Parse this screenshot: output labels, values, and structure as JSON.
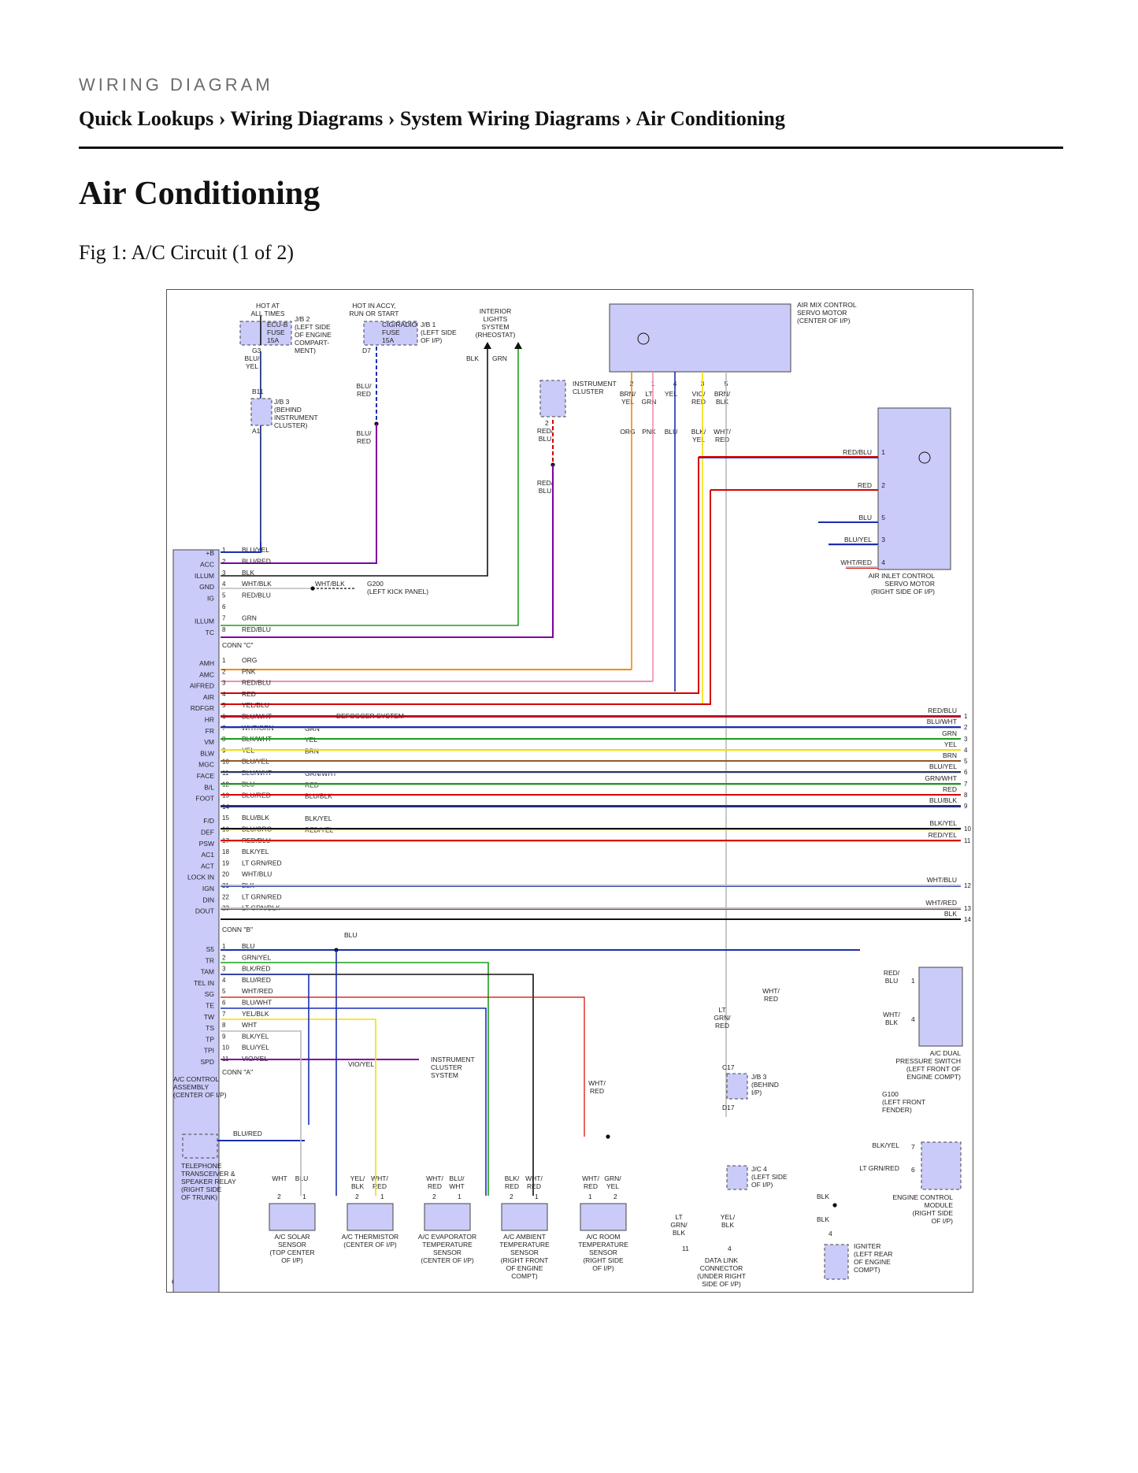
{
  "header": {
    "kicker": "WIRING DIAGRAM",
    "breadcrumb": "Quick Lookups › Wiring Diagrams › System Wiring Diagrams › Air Conditioning"
  },
  "page_title": "Air Conditioning",
  "figure_caption": "Fig 1: A/C Circuit (1 of 2)",
  "diagram": {
    "figure_id": "63504",
    "colors": {
      "BLU": "#1a2fb0",
      "RED": "#d60000",
      "YEL": "#f0e000",
      "GRN": "#1b9e1b",
      "PNK": "#f08cb4",
      "ORG": "#f08c00",
      "VIO": "#8000a0",
      "BRN": "#8b5a2b",
      "BLK": "#111111",
      "WHT": "#bbbbbb",
      "LTGRN": "#33ee33",
      "BOX": "#cbcbfa"
    },
    "top_components": {
      "jb2_heading": [
        "HOT AT",
        "ALL TIMES"
      ],
      "jb2_fuse": [
        "ECU-B",
        "FUSE",
        "15A"
      ],
      "jb2_label": [
        "J/B 2",
        "(LEFT SIDE",
        "OF ENGINE",
        "COMPART-",
        "MENT)"
      ],
      "jb1_heading": [
        "HOT IN ACCY,",
        "RUN OR START"
      ],
      "jb1_fuse": [
        "CIG/RADIO",
        "FUSE",
        "15A"
      ],
      "jb1_label": [
        "J/B 1",
        "(LEFT SIDE",
        "OF I/P)"
      ],
      "interior_lights": [
        "INTERIOR",
        "LIGHTS",
        "SYSTEM",
        "(RHEOSTAT)"
      ],
      "instrument_cluster": [
        "INSTRUMENT",
        "CLUSTER"
      ],
      "jb3_top_label": [
        "J/B 3",
        "(BEHIND",
        "INSTRUMENT",
        "CLUSTER)"
      ],
      "air_mix_label": [
        "AIR MIX CONTROL",
        "SERVO MOTOR",
        "(CENTER OF I/P)"
      ],
      "air_inlet_label": [
        "AIR INLET CONTROL",
        "SERVO MOTOR",
        "(RIGHT SIDE OF I/P)"
      ],
      "g3": "G3",
      "d7": "D7",
      "b11": "B11",
      "a1": "A1",
      "g3_wire": [
        "BLU/",
        "YEL"
      ],
      "d7_wire1": [
        "BLU/",
        "RED"
      ],
      "d7_wire2": [
        "BLU/",
        "RED"
      ],
      "blk": "BLK",
      "grn": "GRN",
      "cluster_pin": "2",
      "cluster_wire1": [
        "RED/",
        "BLU"
      ],
      "cluster_wire2": [
        "RED/",
        "BLU"
      ]
    },
    "air_mix_pins": [
      {
        "num": "2",
        "wire_top": [
          "BRN/",
          "YEL"
        ],
        "wire_bot": [
          "ORG"
        ]
      },
      {
        "num": "1",
        "wire_top": [
          "LT",
          "GRN"
        ],
        "wire_bot": [
          "PNK"
        ]
      },
      {
        "num": "4",
        "wire_top": [
          "YEL"
        ],
        "wire_bot": [
          "BLU"
        ]
      },
      {
        "num": "3",
        "wire_top": [
          "VIO/",
          "RED"
        ],
        "wire_bot": [
          "BLK/",
          "YEL"
        ]
      },
      {
        "num": "5",
        "wire_top": [
          "BRN/",
          "BLK"
        ],
        "wire_bot": [
          "WHT/",
          "RED"
        ]
      }
    ],
    "air_inlet_pins": [
      {
        "num": "1",
        "wire": "RED/BLU"
      },
      {
        "num": "2",
        "wire": "RED"
      },
      {
        "num": "5",
        "wire": "BLU"
      },
      {
        "num": "3",
        "wire": "BLU/YEL"
      },
      {
        "num": "4",
        "wire": "WHT/RED"
      }
    ],
    "conn_c": {
      "title": "CONN \"C\"",
      "rows": [
        {
          "label": "+B",
          "pin": "1",
          "wire": "BLU/YEL"
        },
        {
          "label": "ACC",
          "pin": "2",
          "wire": "BLU/RED"
        },
        {
          "label": "ILLUM",
          "pin": "3",
          "wire": "BLK"
        },
        {
          "label": "GND",
          "pin": "4",
          "wire": "WHT/BLK"
        },
        {
          "label": "IG",
          "pin": "5",
          "wire": "RED/BLU"
        },
        {
          "label": "",
          "pin": "6",
          "wire": ""
        },
        {
          "label": "ILLUM",
          "pin": "7",
          "wire": "GRN"
        },
        {
          "label": "TC",
          "pin": "8",
          "wire": "RED/BLU"
        }
      ],
      "g200_wire": "WHT/BLK",
      "g200_label": [
        "G200",
        "(LEFT KICK PANEL)"
      ]
    },
    "conn_b": {
      "title": "CONN \"B\"",
      "rows": [
        {
          "label": "AMH",
          "pin": "1",
          "wire": "ORG"
        },
        {
          "label": "AMC",
          "pin": "2",
          "wire": "PNK"
        },
        {
          "label": "AIFRED",
          "pin": "3",
          "wire": "RED/BLU"
        },
        {
          "label": "AIR",
          "pin": "4",
          "wire": "RED"
        },
        {
          "label": "RDFGR",
          "pin": "5",
          "wire": "YEL/BLU"
        },
        {
          "label": "HR",
          "pin": "6",
          "wire": "BLU/WHT"
        },
        {
          "label": "FR",
          "pin": "7",
          "wire": "WHT/GRN"
        },
        {
          "label": "VM",
          "pin": "8",
          "wire": "BLK/WHT"
        },
        {
          "label": "BLW",
          "pin": "9",
          "wire": "YEL"
        },
        {
          "label": "MGC",
          "pin": "10",
          "wire": "BLU/YEL"
        },
        {
          "label": "FACE",
          "pin": "11",
          "wire": "BLU/WHT"
        },
        {
          "label": "B/L",
          "pin": "12",
          "wire": "BLU"
        },
        {
          "label": "FOOT",
          "pin": "13",
          "wire": "BLU/RED"
        },
        {
          "label": "",
          "pin": "14",
          "wire": ""
        },
        {
          "label": "F/D",
          "pin": "15",
          "wire": "BLU/BLK"
        },
        {
          "label": "DEF",
          "pin": "16",
          "wire": "BLU/ORG"
        },
        {
          "label": "PSW",
          "pin": "17",
          "wire": "RED/BLU"
        },
        {
          "label": "AC1",
          "pin": "18",
          "wire": "BLK/YEL"
        },
        {
          "label": "ACT",
          "pin": "19",
          "wire": "LT GRN/RED"
        },
        {
          "label": "LOCK IN",
          "pin": "20",
          "wire": "WHT/BLU"
        },
        {
          "label": "IGN",
          "pin": "21",
          "wire": "BLK"
        },
        {
          "label": "DIN",
          "pin": "22",
          "wire": "LT GRN/RED"
        },
        {
          "label": "DOUT",
          "pin": "23",
          "wire": "LT GRN/BLK"
        }
      ],
      "defogger_label": "DEFOGGER SYSTEM",
      "mid_wires": [
        {
          "pin": "7",
          "wire": "GRN"
        },
        {
          "pin": "8",
          "wire": "YEL"
        },
        {
          "pin": "9",
          "wire": "BRN"
        },
        {
          "pin": "11",
          "wire": "GRN/WHT"
        },
        {
          "pin": "12",
          "wire": "RED"
        },
        {
          "pin": "13",
          "wire": "BLU/BLK"
        },
        {
          "pin": "15",
          "wire": "BLK/YEL"
        },
        {
          "pin": "16",
          "wire": "RED/YEL"
        }
      ]
    },
    "right_connector": [
      {
        "num": "1",
        "wire": "RED/BLU"
      },
      {
        "num": "2",
        "wire": "BLU/WHT"
      },
      {
        "num": "3",
        "wire": "GRN"
      },
      {
        "num": "4",
        "wire": "YEL"
      },
      {
        "num": "5",
        "wire": "BRN"
      },
      {
        "num": "6",
        "wire": "BLU/YEL"
      },
      {
        "num": "7",
        "wire": "GRN/WHT"
      },
      {
        "num": "8",
        "wire": "RED"
      },
      {
        "num": "9",
        "wire": "BLU/BLK"
      },
      {
        "num": "10",
        "wire": "BLK/YEL"
      },
      {
        "num": "11",
        "wire": "RED/YEL"
      },
      {
        "num": "12",
        "wire": "WHT/BLU"
      },
      {
        "num": "13",
        "wire": "WHT/RED"
      },
      {
        "num": "14",
        "wire": "BLK"
      }
    ],
    "conn_a": {
      "title": "CONN \"A\"",
      "rows": [
        {
          "label": "S5",
          "pin": "1",
          "wire": "BLU"
        },
        {
          "label": "TR",
          "pin": "2",
          "wire": "GRN/YEL"
        },
        {
          "label": "TAM",
          "pin": "3",
          "wire": "BLK/RED"
        },
        {
          "label": "TEL IN",
          "pin": "4",
          "wire": "BLU/RED"
        },
        {
          "label": "SG",
          "pin": "5",
          "wire": "WHT/RED"
        },
        {
          "label": "TE",
          "pin": "6",
          "wire": "BLU/WHT"
        },
        {
          "label": "TW",
          "pin": "7",
          "wire": "YEL/BLK"
        },
        {
          "label": "TS",
          "pin": "8",
          "wire": "WHT"
        },
        {
          "label": "TP",
          "pin": "9",
          "wire": "BLK/YEL"
        },
        {
          "label": "TPI",
          "pin": "10",
          "wire": "BLU/YEL"
        },
        {
          "label": "SPD",
          "pin": "11",
          "wire": "VIO/YEL"
        }
      ],
      "s5_branch": "BLU",
      "spd_wire": "VIO/YEL",
      "spd_target": [
        "INSTRUMENT",
        "CLUSTER",
        "SYSTEM"
      ]
    },
    "lower": {
      "ac_assembly": [
        "A/C CONTROL",
        "ASSEMBLY",
        "(CENTER OF I/P)"
      ],
      "telephone_wire": "BLU/RED",
      "telephone": [
        "TELEPHONE",
        "TRANSCEIVER &",
        "SPEAKER RELAY",
        "(RIGHT SIDE",
        "OF TRUNK)"
      ],
      "pressure_wire1": [
        "RED/",
        "BLU"
      ],
      "pressure_pin1": "1",
      "pressure_wire4": [
        "WHT/",
        "BLK"
      ],
      "pressure_pin4": "4",
      "pressure_side": [
        "WHT/",
        "RED"
      ],
      "pressure_label": [
        "A/C DUAL",
        "PRESSURE SWITCH",
        "(LEFT FRONT OF",
        "ENGINE COMPT)"
      ],
      "g100_label": [
        "G100",
        "(LEFT FRONT",
        "FENDER)"
      ],
      "lt_grn_red": [
        "LT",
        "GRN/",
        "RED"
      ],
      "c17": "C17",
      "d17": "D17",
      "jb3_lower": [
        "J/B 3",
        "(BEHIND",
        "I/P)"
      ],
      "jc4": [
        "J/C 4",
        "(LEFT SIDE",
        "OF I/P)"
      ],
      "splice_wire": [
        "WHT/",
        "RED"
      ],
      "ecm_pin7": "7",
      "ecm_wire7": "BLK/YEL",
      "ecm_pin6": "6",
      "ecm_wire6": "LT GRN/RED",
      "ecm_label": [
        "ENGINE CONTROL",
        "MODULE",
        "(RIGHT SIDE",
        "OF I/P)"
      ],
      "igniter_blk1": "BLK",
      "igniter_blk2": "BLK",
      "igniter_pin": "4",
      "igniter_label": [
        "IGNITER",
        "(LEFT REAR",
        "OF ENGINE",
        "COMPT)"
      ],
      "dlc_wire1": [
        "LT",
        "GRN/",
        "BLK"
      ],
      "dlc_wire2": [
        "YEL/",
        "BLK"
      ],
      "dlc_pin1": "11",
      "dlc_pin2": "4",
      "dlc_label": [
        "DATA LINK",
        "CONNECTOR",
        "(UNDER RIGHT",
        "SIDE OF I/P)"
      ]
    },
    "sensors": [
      {
        "wire_left": [
          "WHT"
        ],
        "wire_right": [
          "BLU"
        ],
        "pin_left": "2",
        "pin_right": "1",
        "label": [
          "A/C SOLAR",
          "SENSOR",
          "(TOP CENTER",
          "OF I/P)"
        ]
      },
      {
        "wire_left": [
          "YEL/",
          "BLK"
        ],
        "wire_right": [
          "WHT/",
          "RED"
        ],
        "pin_left": "2",
        "pin_right": "1",
        "label": [
          "A/C THERMISTOR",
          "(CENTER OF I/P)"
        ]
      },
      {
        "wire_left": [
          "WHT/",
          "RED"
        ],
        "wire_right": [
          "BLU/",
          "WHT"
        ],
        "pin_left": "2",
        "pin_right": "1",
        "label": [
          "A/C EVAPORATOR",
          "TEMPERATURE",
          "SENSOR",
          "(CENTER OF I/P)"
        ]
      },
      {
        "wire_left": [
          "BLK/",
          "RED"
        ],
        "wire_right": [
          "WHT/",
          "RED"
        ],
        "pin_left": "2",
        "pin_right": "1",
        "label": [
          "A/C AMBIENT",
          "TEMPERATURE",
          "SENSOR",
          "(RIGHT FRONT",
          "OF ENGINE",
          "COMPT)"
        ]
      },
      {
        "wire_left": [
          "WHT/",
          "RED"
        ],
        "wire_right": [
          "GRN/",
          "YEL"
        ],
        "pin_left": "1",
        "pin_right": "2",
        "label": [
          "A/C ROOM",
          "TEMPERATURE",
          "SENSOR",
          "(RIGHT SIDE",
          "OF I/P)"
        ]
      }
    ]
  }
}
